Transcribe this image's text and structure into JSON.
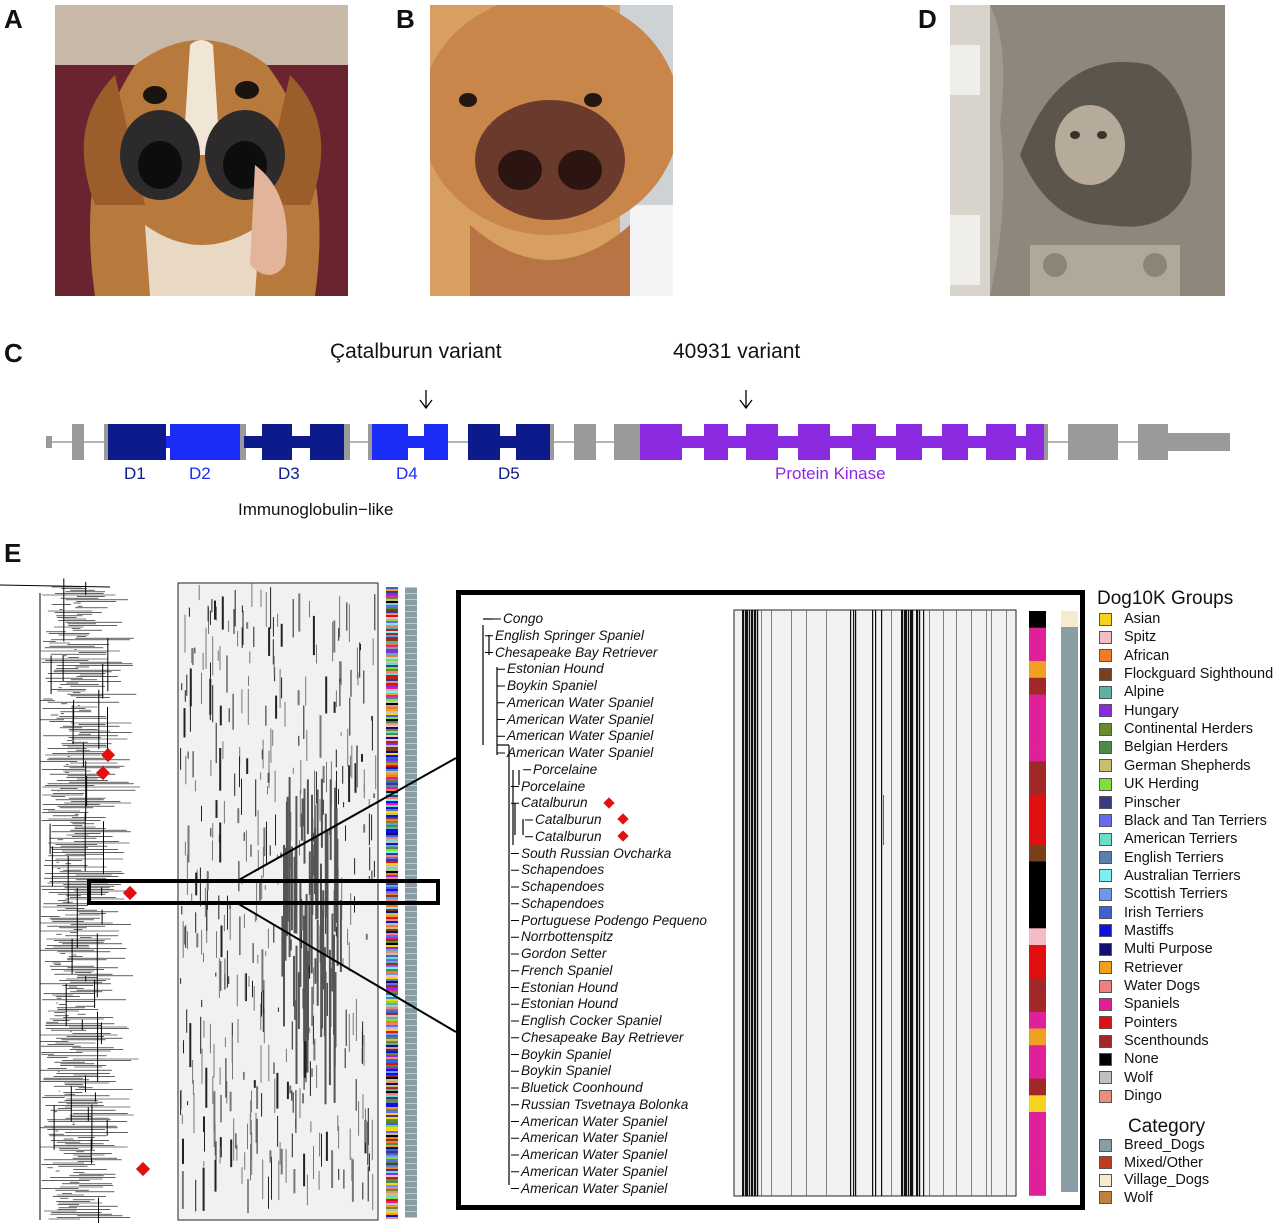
{
  "panels": {
    "a": "A",
    "b": "B",
    "c": "C",
    "d": "D",
    "e": "E"
  },
  "gene_model": {
    "variant_1": "Çatalburun variant",
    "variant_2": "40931 variant",
    "domains": [
      "D1",
      "D2",
      "D3",
      "D4",
      "D5"
    ],
    "immunoglobulin_label": "Immunoglobulin−like",
    "kinase_label": "Protein Kinase",
    "colors": {
      "dark_blue": "#0c1a8c",
      "bright_blue": "#1a2cf5",
      "purple": "#8a2be2",
      "grey": "#9a9a9a"
    }
  },
  "zoom_tips": [
    "Congo",
    "English Springer Spaniel",
    "Chesapeake Bay Retriever",
    "Estonian Hound",
    "Boykin Spaniel",
    "American Water Spaniel",
    "American Water Spaniel",
    "American Water Spaniel",
    "American Water Spaniel",
    "Porcelaine",
    "Porcelaine",
    "Catalburun",
    "Catalburun",
    "Catalburun",
    "South Russian Ovcharka",
    "Schapendoes",
    "Schapendoes",
    "Schapendoes",
    "Portuguese Podengo Pequeno",
    "Norrbottenspitz",
    "Gordon Setter",
    "French Spaniel",
    "Estonian Hound",
    "Estonian Hound",
    "English Cocker Spaniel",
    "Chesapeake Bay Retriever",
    "Boykin Spaniel",
    "Boykin Spaniel",
    "Bluetick Coonhound",
    "Russian Tsvetnaya Bolonka",
    "American Water Spaniel",
    "American Water Spaniel",
    "American Water Spaniel",
    "American Water Spaniel",
    "American Water Spaniel"
  ],
  "legend": {
    "groups_title": "Dog10K Groups",
    "groups": [
      {
        "label": "Asian",
        "color": "#f5d31f"
      },
      {
        "label": "Spitz",
        "color": "#f4bcc4"
      },
      {
        "label": "African",
        "color": "#f07c2a"
      },
      {
        "label": "Flockguard Sighthound",
        "color": "#7a3e1a"
      },
      {
        "label": "Alpine",
        "color": "#5fb0a0"
      },
      {
        "label": "Hungary",
        "color": "#8a2be2"
      },
      {
        "label": "Continental Herders",
        "color": "#6a8a30"
      },
      {
        "label": "Belgian Herders",
        "color": "#4c8a4c"
      },
      {
        "label": "German Shepherds",
        "color": "#c8c070"
      },
      {
        "label": "UK Herding",
        "color": "#7ee03a"
      },
      {
        "label": "Pinscher",
        "color": "#3a3a80"
      },
      {
        "label": "Black and Tan Terriers",
        "color": "#6a6af0"
      },
      {
        "label": "American Terriers",
        "color": "#6adcc8"
      },
      {
        "label": "English Terriers",
        "color": "#5a80a8"
      },
      {
        "label": "Australian Terriers",
        "color": "#7af0f0"
      },
      {
        "label": "Scottish Terriers",
        "color": "#6a9af0"
      },
      {
        "label": "Irish Terriers",
        "color": "#4060d0"
      },
      {
        "label": "Mastiffs",
        "color": "#1010e0"
      },
      {
        "label": "Multi Purpose",
        "color": "#101070"
      },
      {
        "label": "Retriever",
        "color": "#f0a020"
      },
      {
        "label": "Water Dogs",
        "color": "#f08080"
      },
      {
        "label": "Spaniels",
        "color": "#e0209a"
      },
      {
        "label": "Pointers",
        "color": "#e01010"
      },
      {
        "label": "Scenthounds",
        "color": "#a02828"
      },
      {
        "label": "None",
        "color": "#000000"
      },
      {
        "label": "Wolf",
        "color": "#c0c0c0"
      },
      {
        "label": "Dingo",
        "color": "#e8907a"
      }
    ],
    "category_title": "Category",
    "categories": [
      {
        "label": "Breed_Dogs",
        "color": "#8a9ca4"
      },
      {
        "label": "Mixed/Other",
        "color": "#c03a20"
      },
      {
        "label": "Village_Dogs",
        "color": "#f5ecd0"
      },
      {
        "label": "Wolf",
        "color": "#c08040"
      }
    ]
  }
}
